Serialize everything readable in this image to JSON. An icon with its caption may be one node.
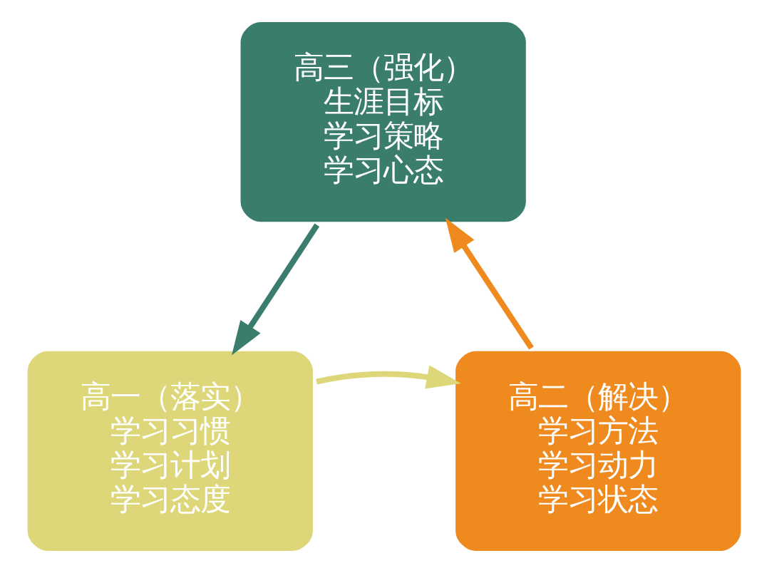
{
  "diagram": {
    "nodes": [
      {
        "text": [
          "高三（强化）",
          "生涯目标",
          "学习策略",
          "学习心态"
        ]
      },
      {
        "text": [
          "高二（解决）",
          "学习方法",
          "学习动力",
          "学习状态"
        ]
      },
      {
        "text": [
          "高一（落实）",
          "学习习惯",
          "学习计划",
          "学习态度"
        ]
      }
    ],
    "edges": [
      {
        "from": 0,
        "to": 2,
        "arrow": "to",
        "color": "#3b7d6c"
      },
      {
        "from": 2,
        "to": 1,
        "arrow": "to",
        "color": "#ddd779"
      },
      {
        "from": 1,
        "to": 0,
        "arrow": "to",
        "color": "#ee8a1e"
      }
    ]
  }
}
